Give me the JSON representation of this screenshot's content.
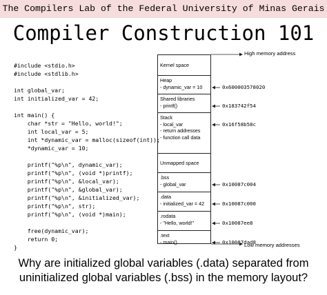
{
  "banner": "The Compilers Lab of the Federal University of Minas Gerais",
  "title": "Compiler Construction 101",
  "code_lines": [
    "#include <stdio.h>",
    "#include <stdlib.h>",
    "",
    "int global_var;",
    "int initialized_var = 42;",
    "",
    "int main() {",
    "    char *str = \"Hello, world!\";",
    "    int local_var = 5;",
    "    int *dynamic_var = malloc(sizeof(int));",
    "    *dynamic_var = 10;",
    "",
    "    printf(\"%p\\n\", dynamic_var);",
    "    printf(\"%p\\n\", (void *)printf);",
    "    printf(\"%p\\n\", &local_var);",
    "    printf(\"%p\\n\", &global_var);",
    "    printf(\"%p\\n\", &initialized_var);",
    "    printf(\"%p\\n\", str);",
    "    printf(\"%p\\n\", (void *)main);",
    "",
    "    free(dynamic_var);",
    "    return 0;",
    "}"
  ],
  "memory": {
    "high_label": "High memory address",
    "low_label": "Low memory addresses",
    "segments": [
      {
        "lines": [
          "Kernel space"
        ],
        "address": ""
      },
      {
        "lines": [
          "Heap",
          "- dynamic_var = 10"
        ],
        "address": "0x600003578020"
      },
      {
        "lines": [
          "Shared libraries",
          "- printf()"
        ],
        "address": "0x183742f54"
      },
      {
        "lines": [
          "Stack",
          "- local_var",
          "- return addresses",
          "- function call data"
        ],
        "address": "0x16f58b58c"
      },
      {
        "lines": [
          "Unmapped space"
        ],
        "address": ""
      },
      {
        "lines": [
          ".bss",
          "- global_var"
        ],
        "address": "0x10087c004"
      },
      {
        "lines": [
          ".data",
          "- initialized_var = 42"
        ],
        "address": "0x10087c000"
      },
      {
        "lines": [
          ".rodata",
          "- \"Hello, world!\""
        ],
        "address": "0x10087ee8"
      },
      {
        "lines": [
          ".text",
          "- main()"
        ],
        "address": "0x10087dad8"
      }
    ]
  },
  "question": "Why are initialized global variables (.data) separated from uninitialized global variables (.bss) in the memory layout?"
}
